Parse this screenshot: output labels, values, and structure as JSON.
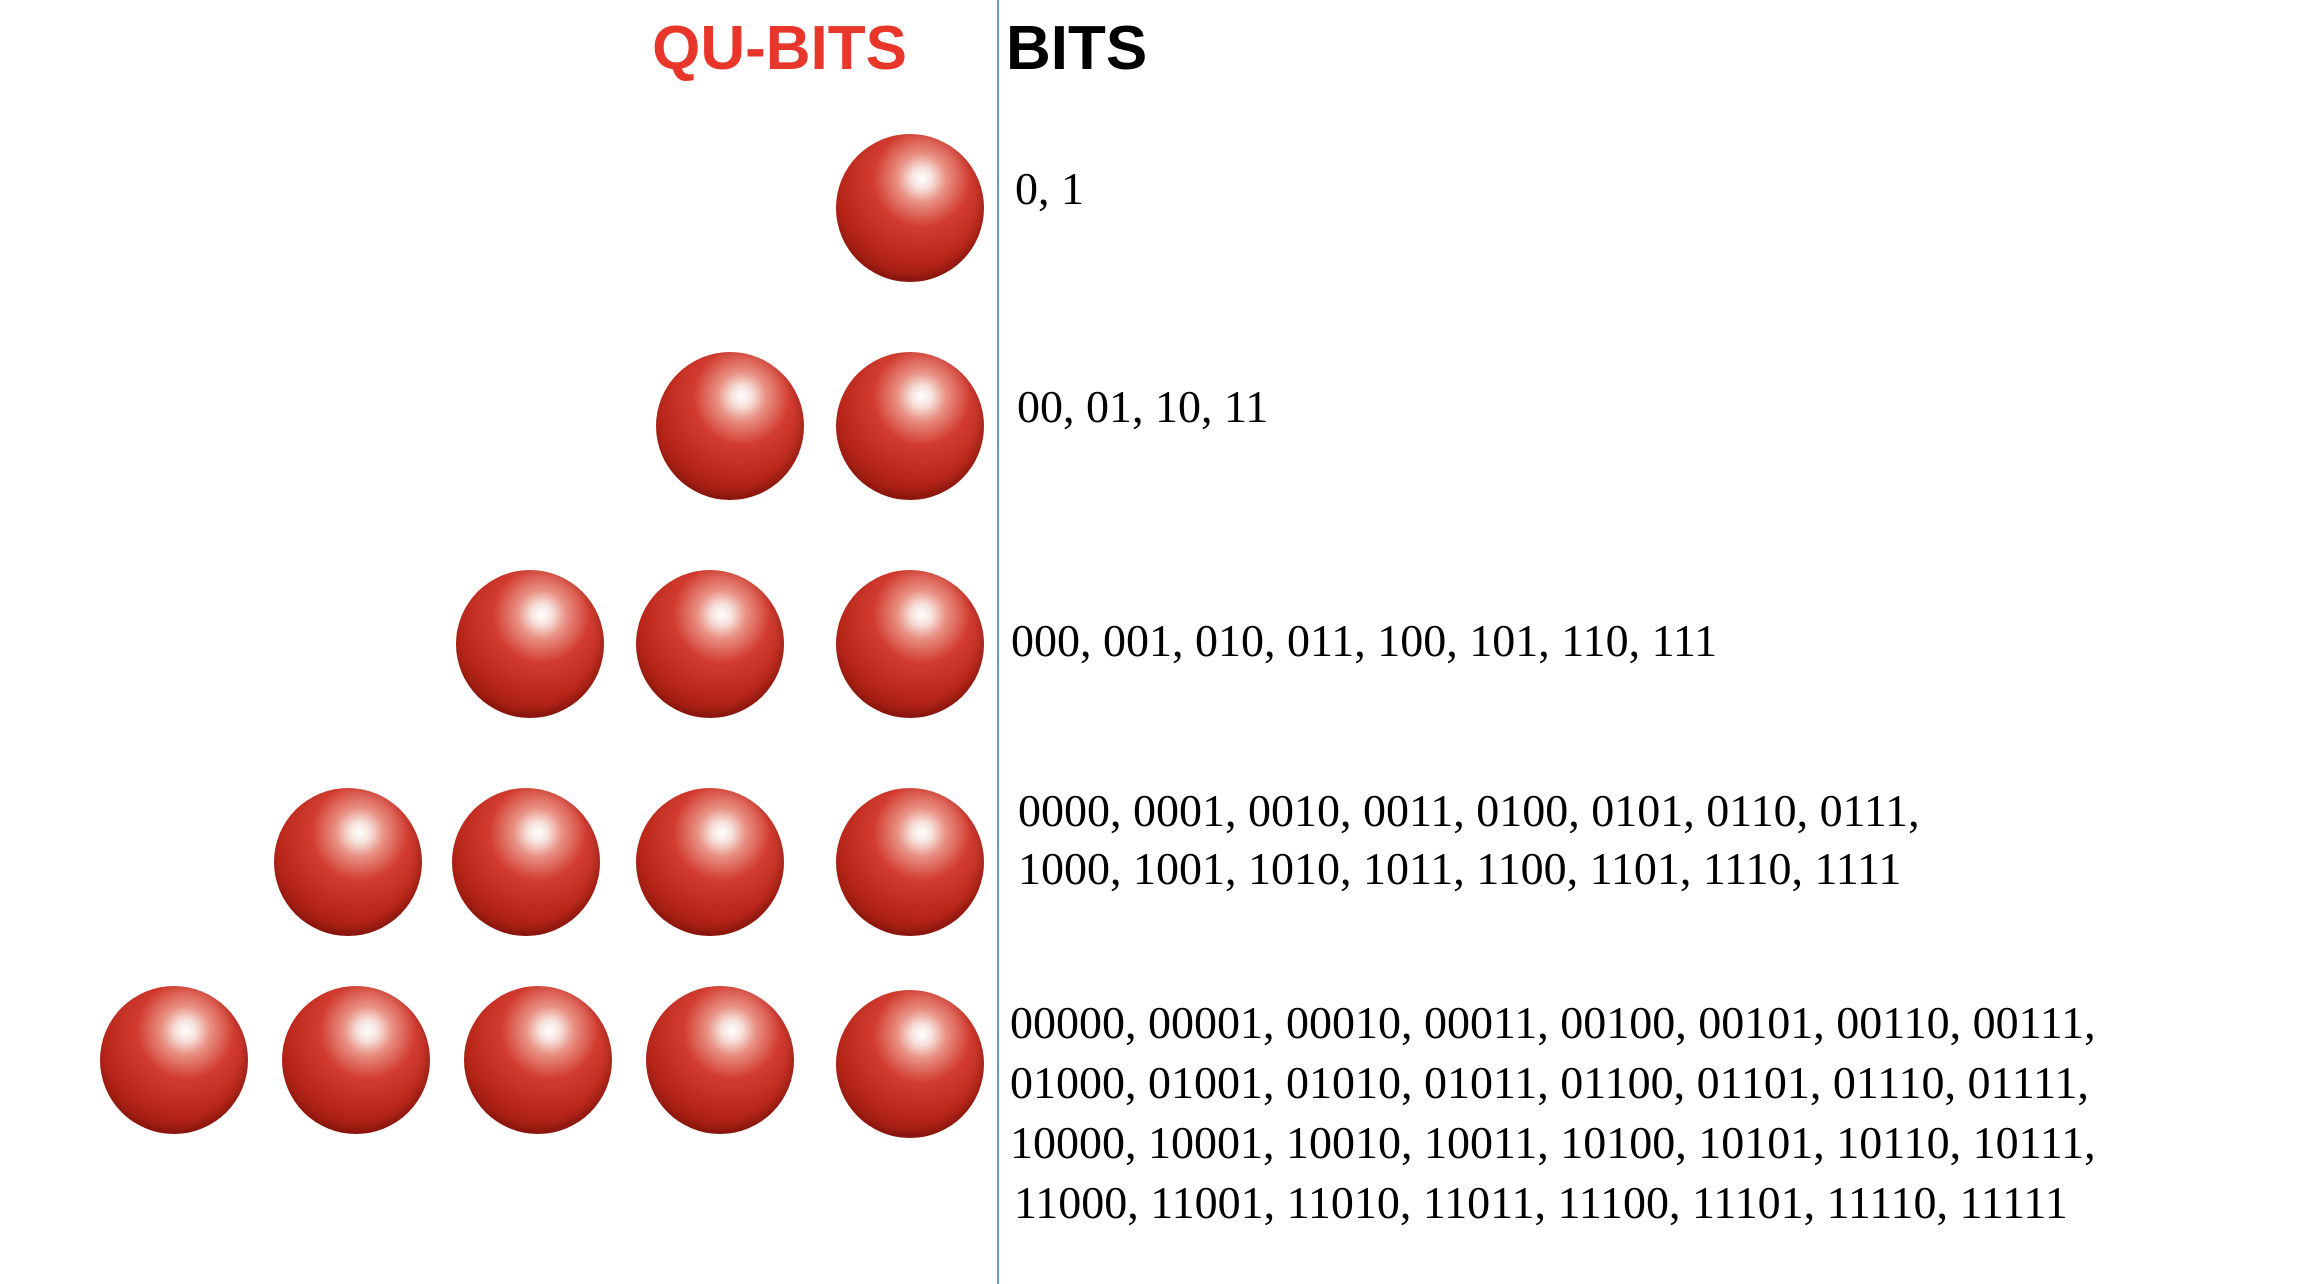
{
  "headings": {
    "qubits": "QU-BITS",
    "bits": "BITS"
  },
  "colors": {
    "qubits_heading": "#e8372a",
    "bits_heading": "#000000",
    "divider": "#6f93cf",
    "sphere": "#c0281c"
  },
  "rows": [
    {
      "qubit_count": 1,
      "bit_lines": [
        "0, 1"
      ]
    },
    {
      "qubit_count": 2,
      "bit_lines": [
        "00, 01, 10, 11"
      ]
    },
    {
      "qubit_count": 3,
      "bit_lines": [
        "000, 001, 010, 011, 100, 101, 110, 111"
      ]
    },
    {
      "qubit_count": 4,
      "bit_lines": [
        "0000, 0001, 0010, 0011, 0100, 0101, 0110, 0111,",
        "1000, 1001, 1010, 1011, 1100, 1101, 1110, 1111"
      ]
    },
    {
      "qubit_count": 5,
      "bit_lines": [
        "00000, 00001, 00010, 00011, 00100, 00101, 00110, 00111,",
        "01000, 01001, 01010, 01011, 01100, 01101, 01110, 01111,",
        "10000, 10001, 10010, 10011, 10100, 10101, 10110, 10111,",
        "11000, 11001, 11010, 11011, 11100, 11101, 11110, 11111"
      ]
    }
  ]
}
